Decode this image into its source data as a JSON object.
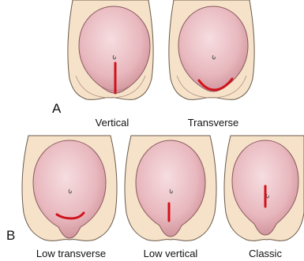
{
  "panels": [
    {
      "letter": "A",
      "captions": [
        "Vertical",
        "Transverse"
      ]
    },
    {
      "letter": "B",
      "captions": [
        "Low transverse",
        "Low vertical",
        "Classic"
      ]
    }
  ],
  "colors": {
    "skin": "#f6e2c9",
    "skin_outline": "#6b5a4a",
    "uterus_light": "#f3d3d6",
    "uterus_dark": "#c98890",
    "incision": "#d1121b"
  }
}
